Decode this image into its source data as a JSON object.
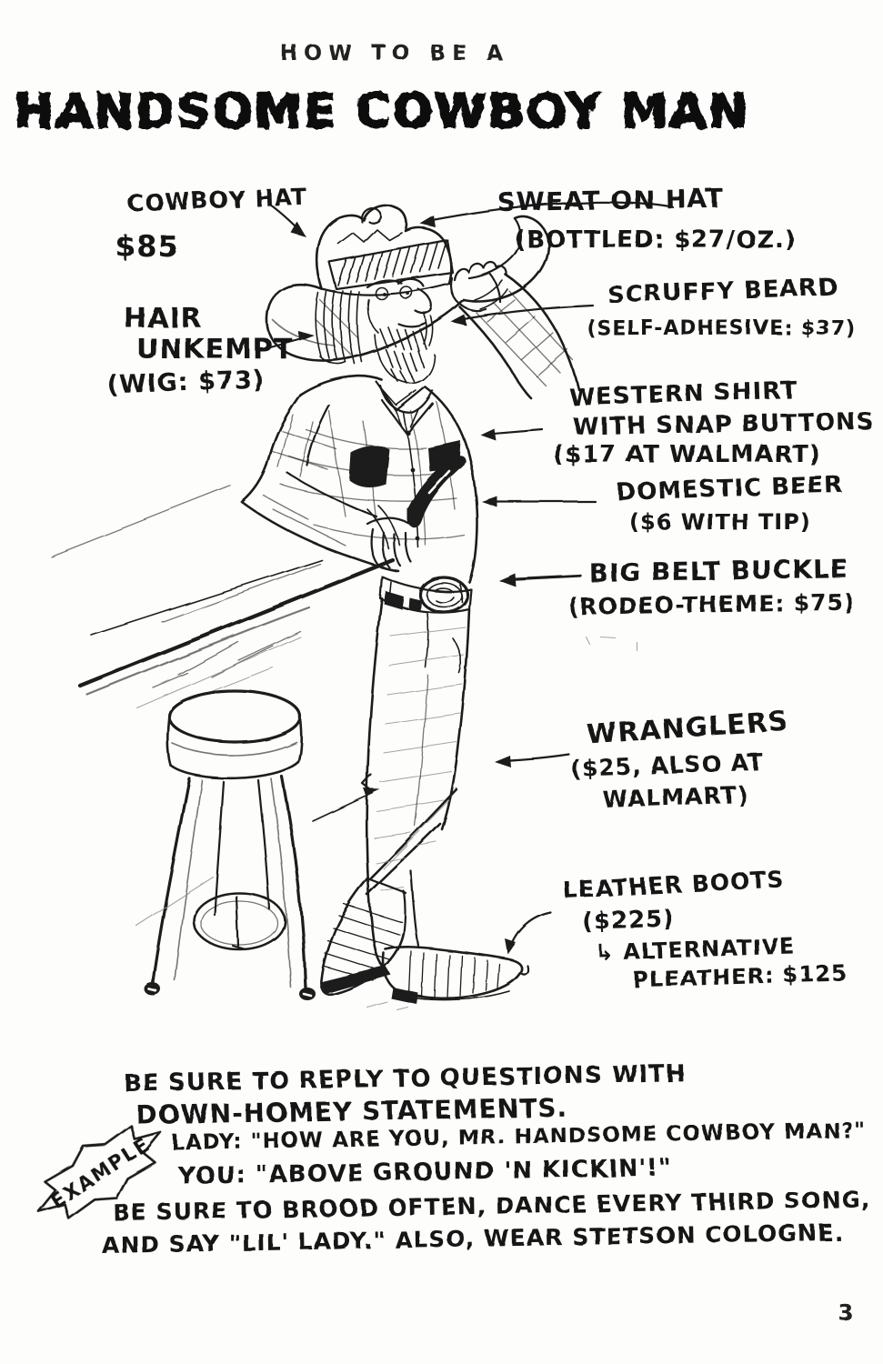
{
  "page": {
    "page_number": "3",
    "paper_color": "#fdfdfb",
    "ink_color": "#1b1b1b",
    "pencil_color": "#8f8f8f"
  },
  "header": {
    "kicker": "HOW TO BE A",
    "title": "HANDSOME COWBOY MAN"
  },
  "annotations": {
    "cowboy_hat": {
      "lines": [
        "COWBOY HAT",
        "$85"
      ]
    },
    "sweat_on_hat": {
      "lines": [
        "SWEAT ON HAT",
        "(BOTTLED: $27/OZ.)"
      ]
    },
    "hair_unkempt": {
      "lines": [
        "HAIR",
        "UNKEMPT",
        "(WIG: $73)"
      ]
    },
    "scruffy_beard": {
      "lines": [
        "SCRUFFY BEARD",
        "(SELF-ADHESIVE: $37)"
      ]
    },
    "western_shirt": {
      "lines": [
        "WESTERN SHIRT",
        "WITH SNAP BUTTONS",
        "($17 AT WALMART)"
      ]
    },
    "domestic_beer": {
      "lines": [
        "DOMESTIC BEER",
        "($6 WITH TIP)"
      ]
    },
    "big_belt_buckle": {
      "lines": [
        "BIG BELT BUCKLE",
        "(RODEO-THEME: $75)"
      ]
    },
    "wranglers": {
      "lines": [
        "WRANGLERS",
        "($25, ALSO AT",
        "WALMART)"
      ]
    },
    "leather_boots": {
      "lines": [
        "LEATHER BOOTS",
        "($225)",
        "↳ ALTERNATIVE",
        "PLEATHER: $125"
      ]
    }
  },
  "example_burst": {
    "label": "EXAMPLE"
  },
  "footer": {
    "lines": [
      "BE SURE TO REPLY TO QUESTIONS WITH",
      "DOWN-HOMEY STATEMENTS.",
      "LADY: \"HOW ARE YOU, MR. HANDSOME COWBOY MAN?\"",
      "YOU: \"ABOVE GROUND 'N KICKIN'!\"",
      "BE SURE TO BROOD OFTEN, DANCE EVERY THIRD SONG,",
      "AND SAY \"LIL' LADY.\" ALSO, WEAR STETSON COLOGNE."
    ]
  }
}
